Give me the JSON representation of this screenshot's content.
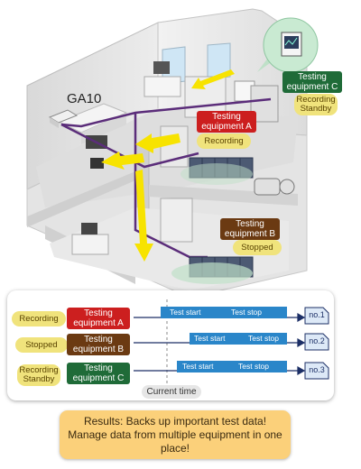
{
  "device_label": "GA10",
  "scene": {
    "equipment_a": "Testing equipment A",
    "status_a": "Recording",
    "equipment_b": "Testing equipment B",
    "status_b": "Stopped",
    "equipment_c": "Testing equipment C",
    "status_c": "Recording Standby"
  },
  "timeline": {
    "rows": [
      {
        "status": "Recording",
        "equipment": "Testing equipment A",
        "start": "Test start",
        "stop": "Test stop",
        "file": "no.1"
      },
      {
        "status": "Stopped",
        "equipment": "Testing equipment B",
        "start": "Test start",
        "stop": "Test stop",
        "file": "no.2"
      },
      {
        "status": "Recording Standby",
        "equipment": "Testing equipment C",
        "start": "Test start",
        "stop": "Test stop",
        "file": "no.3"
      }
    ],
    "current_time": "Current time"
  },
  "result_text": "Results: Backs up important test data! Manage data from multiple equipment in one place!",
  "colors": {
    "equipment_a": "#cc1f1f",
    "equipment_b": "#6b3a12",
    "equipment_c": "#1f6b38",
    "bar": "#2a86c9",
    "network_line": "#5b2d7a",
    "arrow": "#f7e300",
    "result_box": "#fbd07a"
  }
}
